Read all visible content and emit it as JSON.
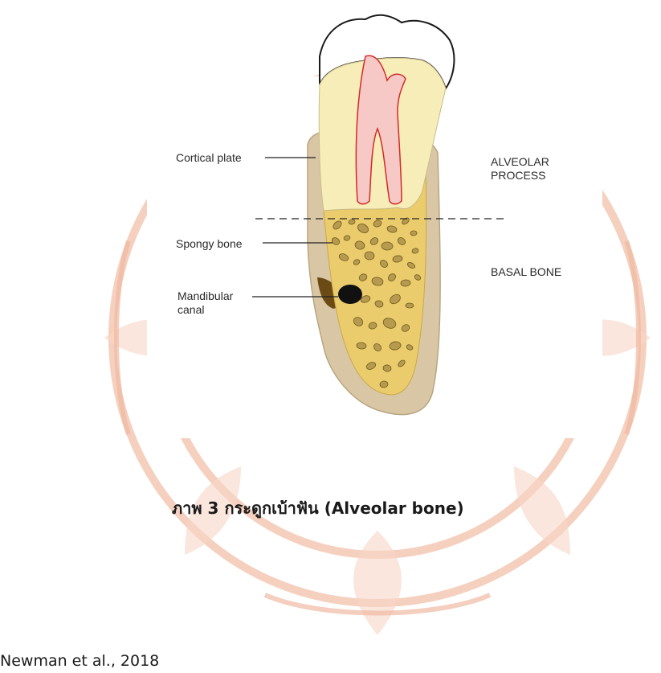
{
  "labels": {
    "cortical_plate": "Cortical plate",
    "spongy_bone": "Spongy bone",
    "mandibular_canal_line1": "Mandibular",
    "mandibular_canal_line2": "canal",
    "alveolar_process_line1": "ALVEOLAR",
    "alveolar_process_line2": "PROCESS",
    "basal_bone": "BASAL BONE"
  },
  "caption": "ภาพ 3 กระดูกเบ้าฟัน (Alveolar bone)",
  "citation": "Newman et al., 2018",
  "colors": {
    "watermark": "#f4c8b4",
    "enamel": "#ffffff",
    "enamel_outline": "#1a1a1a",
    "dentin": "#f7edb8",
    "pulp": "#f6c9c6",
    "pulp_outline": "#d22a2a",
    "cortical_bone": "#d9c6a4",
    "spongy_bone": "#ebcc6c",
    "marrow_space": "#b89a4e",
    "canal": "#111111",
    "leader_line": "#222222",
    "text": "#2a2a2a"
  }
}
